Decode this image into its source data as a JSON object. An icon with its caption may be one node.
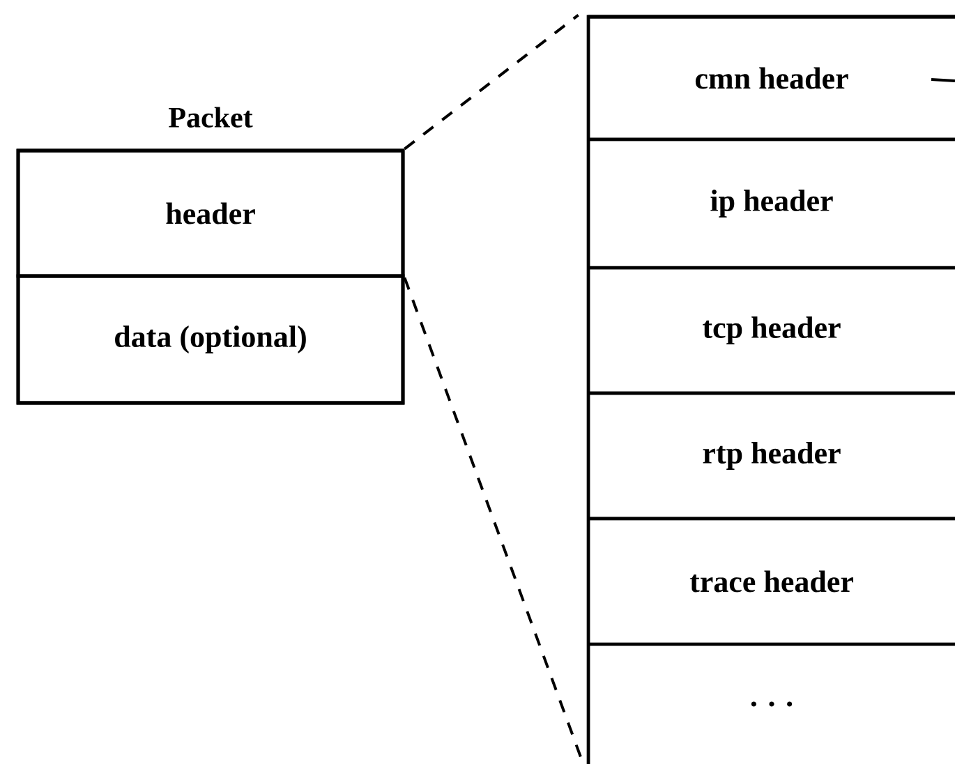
{
  "diagram": {
    "nodes": [
      {
        "text": [
          "Packet"
        ]
      },
      {
        "text": [
          "header"
        ],
        "in": 0
      },
      {
        "text": [
          "data (optional)"
        ],
        "in": 0
      },
      {
        "text": [],
        "shape": "box"
      },
      {
        "text": [
          "cmn header"
        ],
        "in": 3
      },
      {
        "text": [
          "ip header"
        ],
        "in": 3
      },
      {
        "text": [
          "tcp header"
        ],
        "in": 3
      },
      {
        "text": [
          "rtp header"
        ],
        "in": 3
      },
      {
        "text": [
          "trace header"
        ],
        "in": 3
      },
      {
        "text": [
          ". . ."
        ],
        "in": 3
      }
    ],
    "edges": [
      {
        "from": 1,
        "to": 3,
        "arrow": "none",
        "style": "dashed"
      },
      {
        "from": 1,
        "to": 3,
        "arrow": "none",
        "style": "dashed"
      }
    ]
  }
}
